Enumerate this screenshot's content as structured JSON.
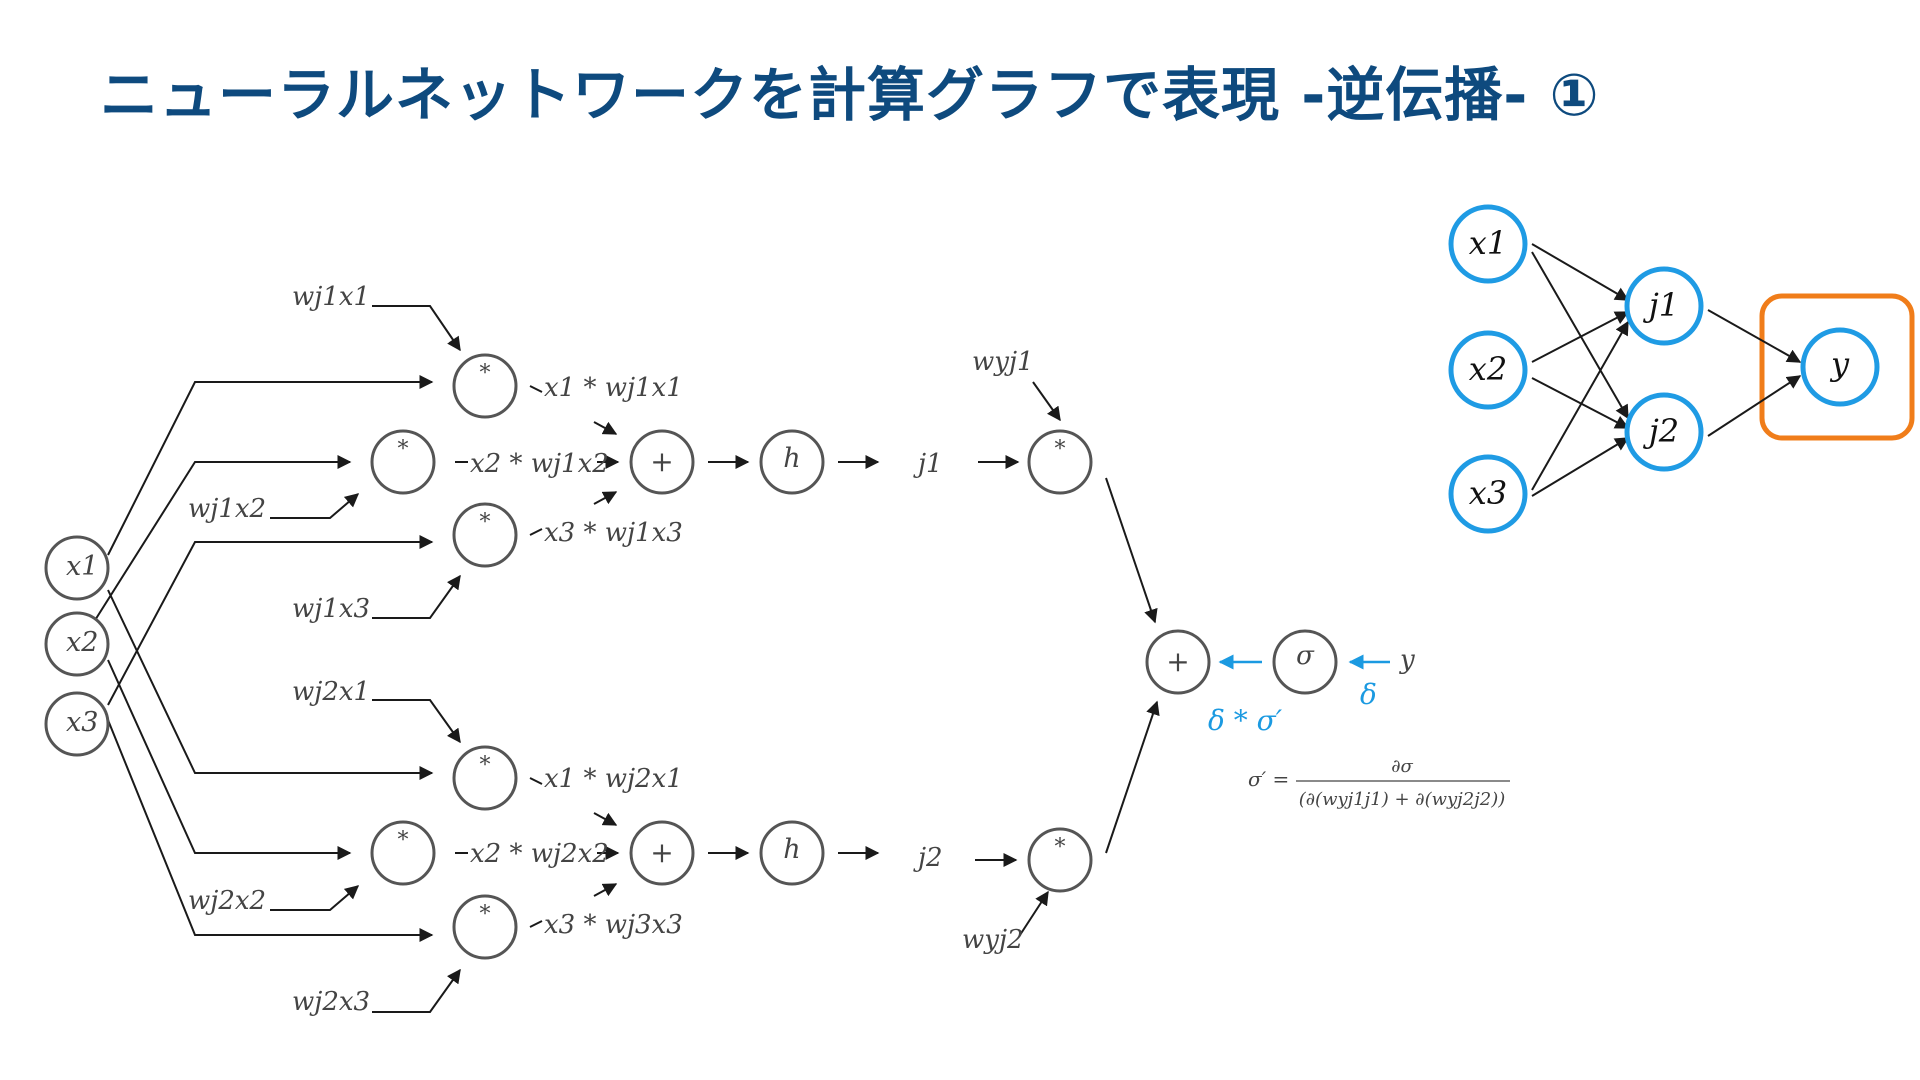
{
  "title": "ニューラルネットワークを計算グラフで表現 -逆伝播- ①",
  "graph": {
    "inputs": [
      "x1",
      "x2",
      "x3"
    ],
    "weights_j1": [
      "wj1x1",
      "wj1x2",
      "wj1x3"
    ],
    "weights_j2": [
      "wj2x1",
      "wj2x2",
      "wj2x3"
    ],
    "products_j1": [
      "x1 * wj1x1",
      "x2 * wj1x2",
      "x3 * wj1x3"
    ],
    "products_j2": [
      "x1 * wj2x1",
      "x2 * wj2x2",
      "x3 * wj3x3"
    ],
    "multiply_op": "*",
    "add_op": "+",
    "activation": "h",
    "hidden_outputs": [
      "j1",
      "j2"
    ],
    "output_weights": [
      "wyj1",
      "wyj2"
    ],
    "sigma": "σ",
    "target": "y",
    "delta": "δ",
    "delta_sigma": "δ * σ′",
    "formula": {
      "lhs": "σ′ =",
      "numerator": "∂σ",
      "denominator": "(∂(wyj1j1) + ∂(wyj2j2))"
    }
  },
  "mini_network": {
    "inputs": [
      "x1",
      "x2",
      "x3"
    ],
    "hidden": [
      "j1",
      "j2"
    ],
    "output": "y",
    "node_color": "#1f9be4",
    "highlight_color": "#f07d1a"
  },
  "colors": {
    "title": "#0e4a7e",
    "backprop": "#1b9ae1"
  }
}
